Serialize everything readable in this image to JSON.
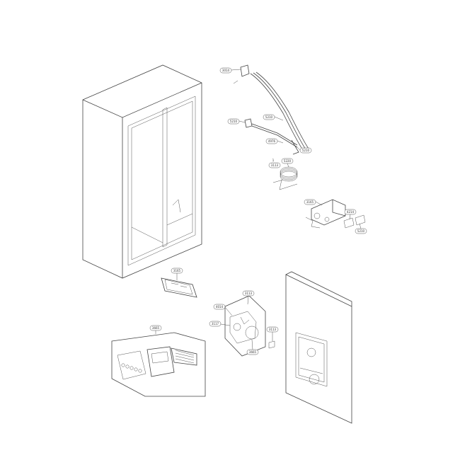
{
  "diagram": {
    "callouts": [
      {
        "id": "c1",
        "text": "3014"
      },
      {
        "id": "c2",
        "text": "5210"
      },
      {
        "id": "c3",
        "text": "5210"
      },
      {
        "id": "c4",
        "text": "4976"
      },
      {
        "id": "c5",
        "text": "5210"
      },
      {
        "id": "c6",
        "text": "5220"
      },
      {
        "id": "c7",
        "text": "1"
      },
      {
        "id": "c8",
        "text": "3113"
      },
      {
        "id": "c9",
        "text": "3165"
      },
      {
        "id": "c10",
        "text": "4214"
      },
      {
        "id": "c11",
        "text": "5210"
      },
      {
        "id": "c12",
        "text": "3165"
      },
      {
        "id": "c13",
        "text": "3113"
      },
      {
        "id": "c14",
        "text": "4014"
      },
      {
        "id": "c15",
        "text": "3117"
      },
      {
        "id": "c16",
        "text": "3113"
      },
      {
        "id": "c17",
        "text": "3665"
      },
      {
        "id": "c18",
        "text": "3665"
      }
    ]
  }
}
